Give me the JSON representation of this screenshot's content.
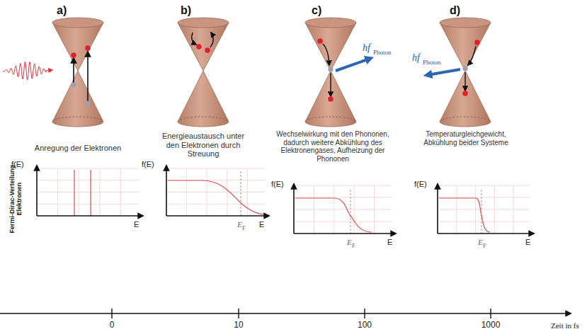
{
  "diagram": {
    "labels": [
      "a)",
      "b)",
      "c)",
      "d)",
      "hf",
      "Photon",
      "hf",
      "Photon",
      "Anregung der Elektronen",
      "Energieaustausch unter den Elektronen durch Streuung",
      "Wechselwirkung mit den Phononen, dadurch weitere Abkühlung des Elektronengases, Aufheizung der Phononen",
      "Temperaturgleichgewicht, Abkühlung beider Systeme",
      "Fermi-Dirac-Verteilung Elektronen",
      "f(E)",
      "E",
      "f(E)",
      "E",
      "E",
      "F",
      "f(E)",
      "E",
      "E",
      "F",
      "f(E)",
      "E",
      "E",
      "F",
      "0",
      "10",
      "100",
      "1000",
      "Zeit in fs"
    ]
  }
}
